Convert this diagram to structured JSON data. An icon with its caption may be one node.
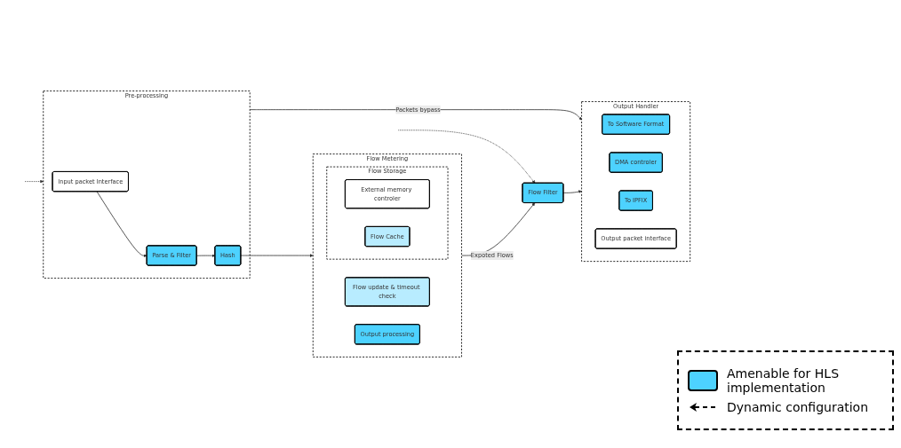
{
  "diagram": {
    "nodes": [
      {
        "text": [
          "Pre-processing"
        ]
      },
      {
        "text": [
          "Input packet Interface"
        ],
        "in": 0
      },
      {
        "text": [
          "Parse & Filter"
        ],
        "in": 0
      },
      {
        "text": [
          "Hash"
        ],
        "in": 0
      },
      {
        "text": [
          "Flow Metering"
        ]
      },
      {
        "text": [
          "Flow update & timeout check"
        ],
        "in": 4
      },
      {
        "text": [
          "Output processing"
        ],
        "in": 4
      },
      {
        "text": [
          "Flow Storage"
        ],
        "in": 4
      },
      {
        "text": [
          "External memory controler"
        ],
        "in": 7
      },
      {
        "text": [
          "Flow Cache"
        ],
        "in": 7
      },
      {
        "text": [
          "Output Handler"
        ]
      },
      {
        "text": [
          "To Software Format"
        ],
        "in": 10
      },
      {
        "text": [
          "DMA controler"
        ],
        "in": 10
      },
      {
        "text": [
          "To IPFIX"
        ],
        "in": 10
      },
      {
        "text": [
          "Output packet interface"
        ],
        "in": 10
      },
      {
        "text": [
          "Flow Filter"
        ]
      }
    ],
    "edges": [
      {
        "from": 1,
        "to": 2,
        "arrow": "to"
      },
      {
        "from": 2,
        "to": 3,
        "arrow": "to"
      },
      {
        "from": 3,
        "to": 4,
        "arrow": "to"
      },
      {
        "from": 0,
        "to": 10,
        "arrow": "to",
        "label": "Packets bypass"
      },
      {
        "from": 4,
        "to": 15,
        "arrow": "to",
        "label": "Expoted Flows"
      },
      {
        "from": 15,
        "to": 10,
        "arrow": "to"
      },
      {
        "from": null,
        "to": 0,
        "arrow": "to",
        "style": "dashed"
      },
      {
        "from": null,
        "to": 15,
        "arrow": "to",
        "style": "dashed"
      }
    ],
    "legend": [
      {
        "text": "Amenable for HLS implementation",
        "color": "#4dd2ff"
      },
      {
        "text": "Dynamic configuration"
      }
    ]
  }
}
